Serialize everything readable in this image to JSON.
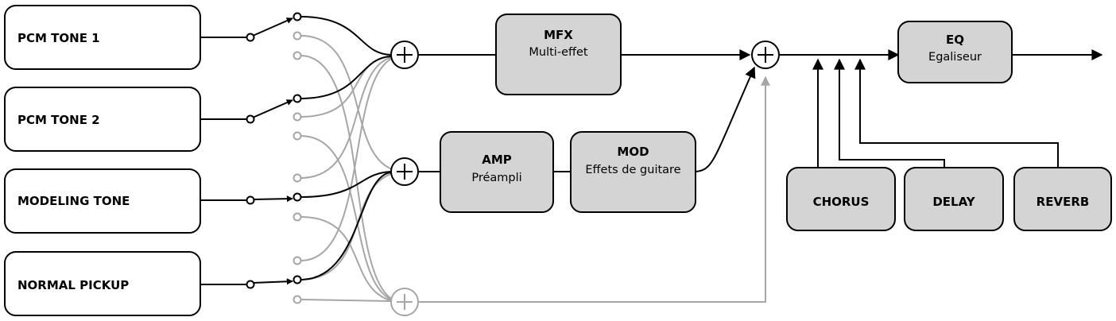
{
  "colors": {
    "line": "#000000",
    "inactive_line": "#a6a6a6",
    "block_fill": "#d4d4d4",
    "source_fill": "#ffffff",
    "background": "#ffffff"
  },
  "sources": [
    {
      "label": "PCM TONE 1"
    },
    {
      "label": "PCM TONE 2"
    },
    {
      "label": "MODELING TONE"
    },
    {
      "label": "NORMAL PICKUP"
    }
  ],
  "blocks": {
    "mfx": {
      "title": "MFX",
      "subtitle": "Multi-effet"
    },
    "amp": {
      "title": "AMP",
      "subtitle": "Préampli"
    },
    "mod": {
      "title": "MOD",
      "subtitle": "Effets de guitare"
    },
    "eq": {
      "title": "EQ",
      "subtitle": "Egaliseur"
    },
    "chorus": {
      "title": "CHORUS"
    },
    "delay": {
      "title": "DELAY"
    },
    "reverb": {
      "title": "REVERB"
    }
  }
}
